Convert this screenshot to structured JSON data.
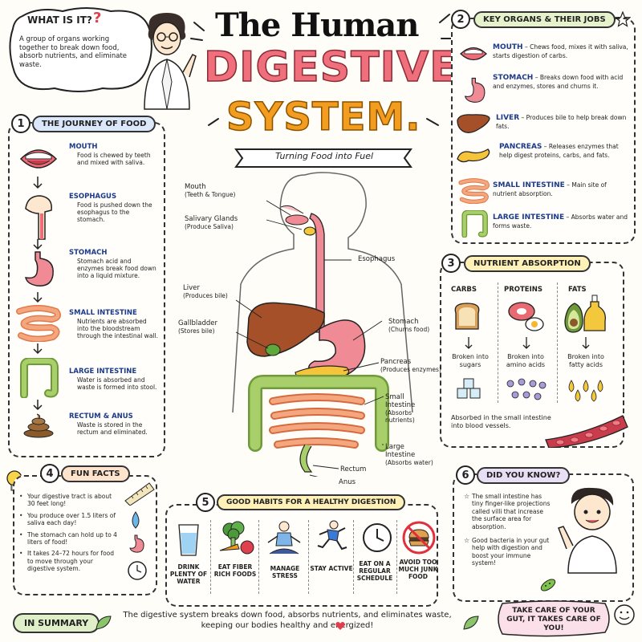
{
  "header": {
    "title_line1": "The Human",
    "title_line2": "DIGESTIVE",
    "title_line3": "SYSTEM.",
    "banner": "Turning Food into Fuel"
  },
  "what_is_it": {
    "heading": "WHAT IS IT?",
    "mark": "?",
    "text": "A group of organs working together to break down food, absorb nutrients, and eliminate waste."
  },
  "journey": {
    "number": "1",
    "heading": "THE JOURNEY OF FOOD",
    "steps": [
      {
        "title": "MOUTH",
        "text": "Food is chewed by teeth and mixed with saliva.",
        "icon": "mouth-icon"
      },
      {
        "title": "ESOPHAGUS",
        "text": "Food is pushed down the esophagus to the stomach.",
        "icon": "esophagus-icon"
      },
      {
        "title": "STOMACH",
        "text": "Stomach acid and enzymes break food down into a liquid mixture.",
        "icon": "stomach-icon"
      },
      {
        "title": "SMALL INTESTINE",
        "text": "Nutrients are absorbed into the bloodstream through the intestinal wall.",
        "icon": "small-intestine-icon"
      },
      {
        "title": "LARGE INTESTINE",
        "text": "Water is absorbed and waste is formed into stool.",
        "icon": "large-intestine-icon"
      },
      {
        "title": "RECTUM & ANUS",
        "text": "Waste is stored in the rectum and eliminated.",
        "icon": "stool-icon"
      }
    ]
  },
  "organs": {
    "number": "2",
    "heading": "KEY ORGANS & THEIR JOBS",
    "items": [
      {
        "name": "MOUTH",
        "text": "– Chews food, mixes it with saliva, starts digestion of carbs.",
        "icon": "mouth-icon"
      },
      {
        "name": "STOMACH",
        "text": "– Breaks down food with acid and enzymes, stores and churns it.",
        "icon": "stomach-icon"
      },
      {
        "name": "LIVER",
        "text": "– Produces bile to help break down fats.",
        "icon": "liver-icon"
      },
      {
        "name": "PANCREAS",
        "text": "– Releases enzymes that help digest proteins, carbs, and fats.",
        "icon": "pancreas-icon"
      },
      {
        "name": "SMALL INTESTINE",
        "text": "– Main site of nutrient absorption.",
        "icon": "small-intestine-icon"
      },
      {
        "name": "LARGE INTESTINE",
        "text": "– Absorbs water and forms waste.",
        "icon": "large-intestine-icon"
      }
    ]
  },
  "absorption": {
    "number": "3",
    "heading": "NUTRIENT ABSORPTION",
    "columns": [
      {
        "title": "CARBS",
        "result": "Broken into sugars",
        "icon": "bread-icon"
      },
      {
        "title": "PROTEINS",
        "result": "Broken into amino acids",
        "icon": "meat-egg-icon"
      },
      {
        "title": "FATS",
        "result": "Broken into fatty acids",
        "icon": "avocado-oil-icon"
      }
    ],
    "footer": "Absorbed in the small intestine into blood vessels."
  },
  "diagram": {
    "labels": {
      "mouth": "Mouth",
      "mouth_sub": "(Teeth & Tongue)",
      "salivary": "Salivary Glands",
      "salivary_sub": "(Produce Saliva)",
      "esophagus": "Esophagus",
      "liver": "Liver",
      "liver_sub": "(Produces bile)",
      "gallbladder": "Gallbladder",
      "gallbladder_sub": "(Stores bile)",
      "stomach": "Stomach",
      "stomach_sub": "(Churns food)",
      "pancreas": "Pancreas",
      "pancreas_sub": "(Produces enzymes)",
      "small_intestine_1": "Small",
      "small_intestine_2": "Intestine",
      "small_intestine_sub": "(Absorbs nutrients)",
      "large_intestine_1": "Large",
      "large_intestine_2": "Intestine",
      "large_intestine_sub": "(Absorbs water)",
      "rectum": "Rectum",
      "anus": "Anus"
    }
  },
  "fun_facts": {
    "number": "4",
    "heading": "FUN FACTS",
    "items": [
      "Your digestive tract is about 30 feet long!",
      "You produce over 1.5 liters of saliva each day!",
      "The stomach can hold up to 4 liters of food!",
      "It takes 24–72 hours for food to move through your digestive system."
    ]
  },
  "habits": {
    "number": "5",
    "heading": "GOOD HABITS FOR A HEALTHY DIGESTION",
    "items": [
      {
        "label": "DRINK PLENTY OF WATER",
        "icon": "water-glass-icon"
      },
      {
        "label": "EAT FIBER RICH FOODS",
        "icon": "vegetables-icon"
      },
      {
        "label": "MANAGE STRESS",
        "icon": "meditation-icon"
      },
      {
        "label": "STAY ACTIVE",
        "icon": "runner-icon"
      },
      {
        "label": "EAT ON A REGULAR SCHEDULE",
        "icon": "clock-icon"
      },
      {
        "label": "AVOID TOO MUCH JUNK FOOD",
        "icon": "no-junk-food-icon"
      }
    ]
  },
  "did_you_know": {
    "number": "6",
    "heading": "DID YOU KNOW?",
    "items": [
      "The small intestine has tiny finger-like projections called villi that increase the surface area for absorption.",
      "Good bacteria in your gut help with digestion and boost your immune system!"
    ]
  },
  "summary": {
    "heading": "IN SUMMARY",
    "text": "The digestive system breaks down food, absorbs nutrients, and eliminates waste, keeping our bodies healthy and energized!",
    "bubble": "TAKE CARE OF YOUR GUT, IT TAKES CARE OF YOU!"
  },
  "colors": {
    "accent_blue": "#1b3a8a",
    "pink": "#ef6f7d",
    "orange": "#f29d1f",
    "pill_blue": "#dbe8fb",
    "pill_green": "#e5f2cc",
    "pill_yellow": "#fff1b8",
    "pill_peach": "#fde2cc",
    "pill_purple": "#e9dff5",
    "summary_pink": "#fbe0ea"
  }
}
